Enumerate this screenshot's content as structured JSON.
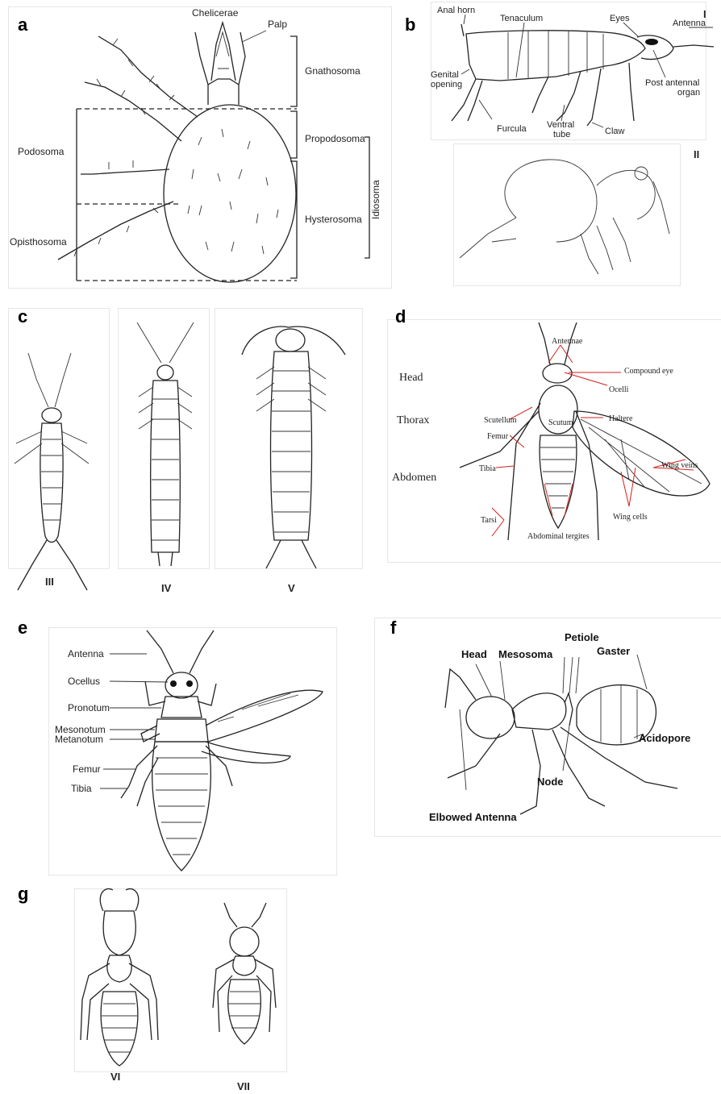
{
  "panels": {
    "a": {
      "letter": "a",
      "labels": {
        "chelicerae": "Chelicerae",
        "palp": "Palp",
        "gnathosoma": "Gnathosoma",
        "podosoma": "Podosoma",
        "propodosoma": "Propodosoma",
        "idiosoma": "Idiosoma",
        "hysterosoma": "Hysterosoma",
        "opisthosoma": "Opisthosoma"
      }
    },
    "b": {
      "letter": "b",
      "roman_top": "I",
      "roman_bottom": "II",
      "labels": {
        "anal_horn": "Anal horn",
        "tenaculum": "Tenaculum",
        "eyes": "Eyes",
        "antenna": "Antenna",
        "genital_opening_1": "Genital",
        "genital_opening_2": "opening",
        "post_antennal_1": "Post antennal",
        "post_antennal_2": "organ",
        "furcula": "Furcula",
        "ventral_tube_1": "Ventral",
        "ventral_tube_2": "tube",
        "claw": "Claw"
      }
    },
    "c": {
      "letter": "c",
      "numerals": [
        "III",
        "IV",
        "V"
      ]
    },
    "d": {
      "letter": "d",
      "regions": {
        "head": "Head",
        "thorax": "Thorax",
        "abdomen": "Abdomen"
      },
      "labels": {
        "antennae": "Antennae",
        "compound_eye": "Compound eye",
        "ocelli": "Ocelli",
        "scutellum": "Scutellum",
        "scutum": "Scutum",
        "haltere": "Haltere",
        "femur": "Femur",
        "wing_veins": "Wing veins",
        "tibia": "Tibia",
        "wing_cells": "Wing cells",
        "tarsi": "Tarsi",
        "abdominal_tergites": "Abdominal tergites"
      }
    },
    "e": {
      "letter": "e",
      "labels": {
        "antenna": "Antenna",
        "ocellus": "Ocellus",
        "pronotum": "Pronotum",
        "mesonotum": "Mesonotum",
        "metanotum": "Metanotum",
        "femur": "Femur",
        "tibia": "Tibia"
      }
    },
    "f": {
      "letter": "f",
      "labels": {
        "petiole": "Petiole",
        "head": "Head",
        "mesosoma": "Mesosoma",
        "gaster": "Gaster",
        "acidopore": "Acidopore",
        "node": "Node",
        "elbowed_antenna": "Elbowed Antenna"
      }
    },
    "g": {
      "letter": "g",
      "numerals": [
        "VI",
        "VII"
      ]
    }
  }
}
